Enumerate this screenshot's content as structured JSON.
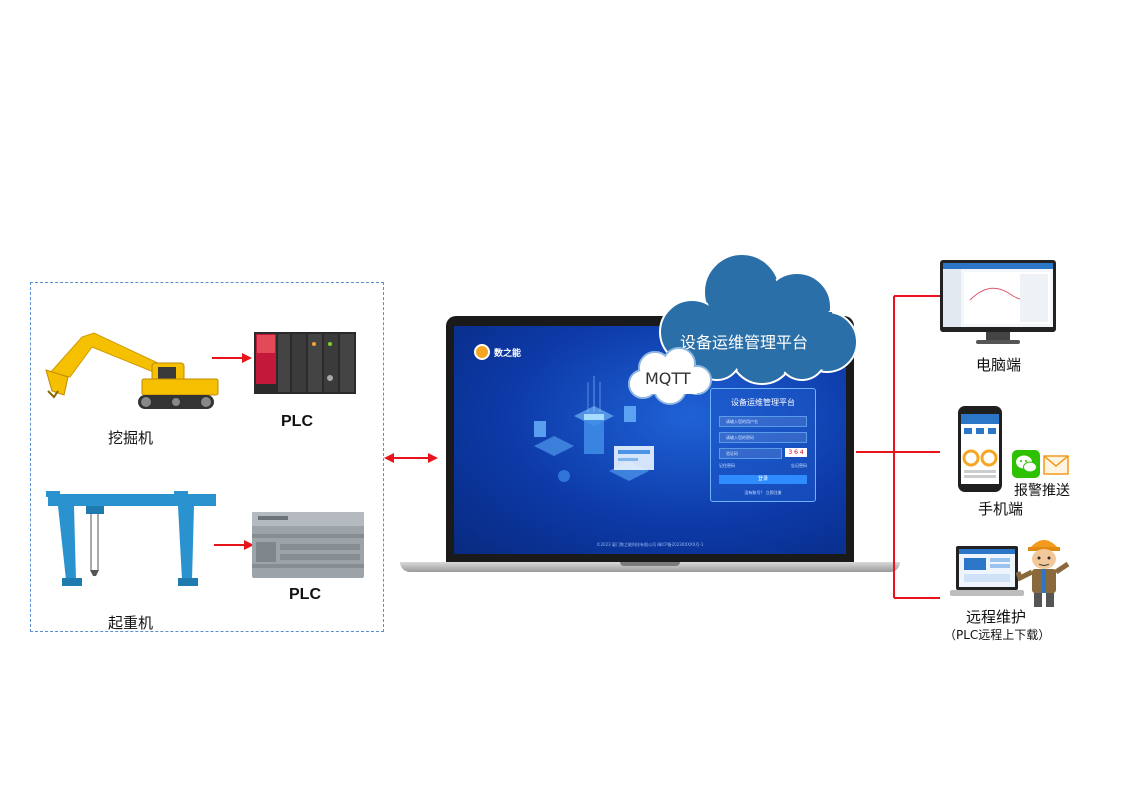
{
  "equipment": {
    "excavator_label": "挖掘机",
    "crane_label": "起重机",
    "plc_label_1": "PLC",
    "plc_label_2": "PLC"
  },
  "cloud": {
    "platform_title": "设备运维管理平台",
    "protocol": "MQTT"
  },
  "laptop_screen": {
    "brand": "数之能",
    "login_title": "设备运维管理平台",
    "username_placeholder": "请输入您的用户名",
    "password_placeholder": "请输入您的密码",
    "captcha_placeholder": "验证码",
    "captcha_code": "3 6 4",
    "remember": "记住密码",
    "forgot": "忘记密码",
    "login_button": "登录",
    "register": "没有账号？ 立即注册",
    "footer": "©2023 厦门数之能科技有限公司  闽ICP备2023XXXXX号-1"
  },
  "clients": {
    "pc_label": "电脑端",
    "mobile_label": "手机端",
    "alarm_label": "报警推送",
    "remote_label": "远程维护",
    "remote_sub": "（PLC远程上下载）"
  },
  "colors": {
    "dashed_border": "#5b8fd0",
    "arrow_red": "#e8141c",
    "cloud_fill": "#2a6fa7",
    "screen_blue": "#0d3aa8",
    "crane_blue": "#2a93cf",
    "excavator_yellow": "#f5c000"
  }
}
